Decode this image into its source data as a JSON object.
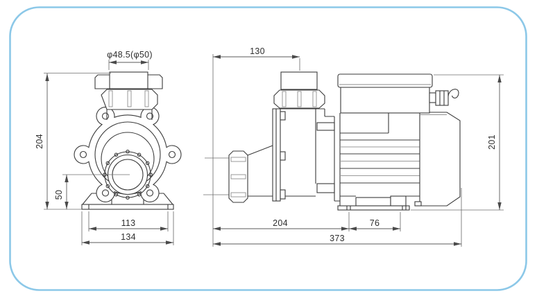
{
  "page": {
    "background": "#ffffff",
    "frame_border_color": "#8cc8e8",
    "line_color": "#3a3a3a",
    "dimension_line_color": "#5a5a5a"
  },
  "front_view": {
    "dim_diameter": "φ48.5(φ50)",
    "dim_height": "204",
    "dim_port_center_height": "50",
    "dim_bolt_spacing": "113",
    "dim_base_width": "134"
  },
  "side_view": {
    "dim_port_offset": "130",
    "dim_height": "201",
    "dim_pump_length": "204",
    "dim_foot_width": "76",
    "dim_total_length": "373"
  }
}
